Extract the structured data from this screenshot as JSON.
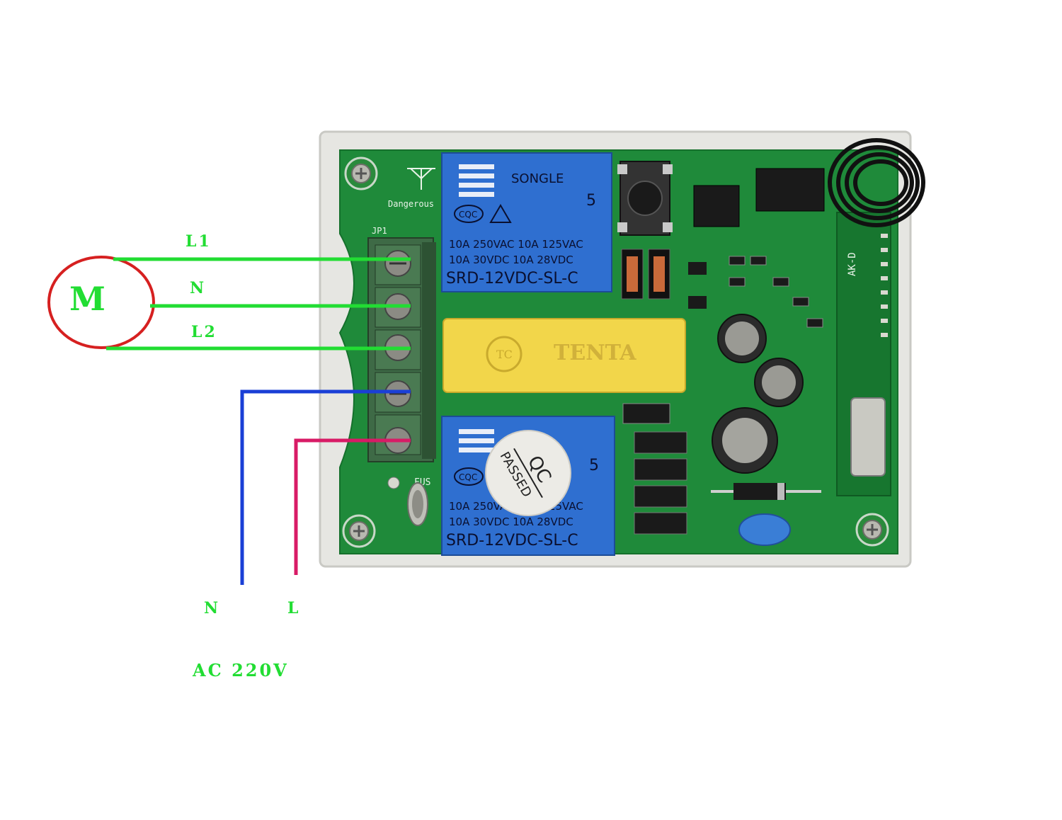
{
  "motor": {
    "label": "M"
  },
  "wires": {
    "l1_label": "L1",
    "n_label": "N",
    "l2_label": "L2"
  },
  "supply": {
    "neutral_label": "N",
    "line_label": "L",
    "voltage_label": "AC 220V"
  },
  "board": {
    "header_label": "JP1",
    "antenna_silk": "Dangerous",
    "fuse_label": "FUS",
    "module_label": "AK-D",
    "relay_top": {
      "brand": "SONGLE",
      "cert": "CQC",
      "number": "5",
      "rating_line1": "10A 250VAC  10A 125VAC",
      "rating_line2": "10A 30VDC  10A 28VDC",
      "model": "SRD-12VDC-SL-C"
    },
    "relay_bottom": {
      "cert": "CQC",
      "number": "5",
      "rating_line1": "10A 250VAC  10A 125VAC",
      "rating_line2": "10A 30VDC  10A 28VDC",
      "model": "SRD-12VDC-SL-C"
    },
    "capacitor": {
      "logo": "TC",
      "brand": "TENTA"
    },
    "qc_sticker": {
      "line1": "QC",
      "line2": "PASSED"
    }
  },
  "colors": {
    "wire_green": "#22dd33",
    "wire_blue": "#1a3fd6",
    "wire_red": "#d81b66",
    "motor_circle": "#d62020",
    "pcb": "#1f8a3a",
    "relay": "#2f6fd0",
    "capacitor": "#f2d64a"
  }
}
